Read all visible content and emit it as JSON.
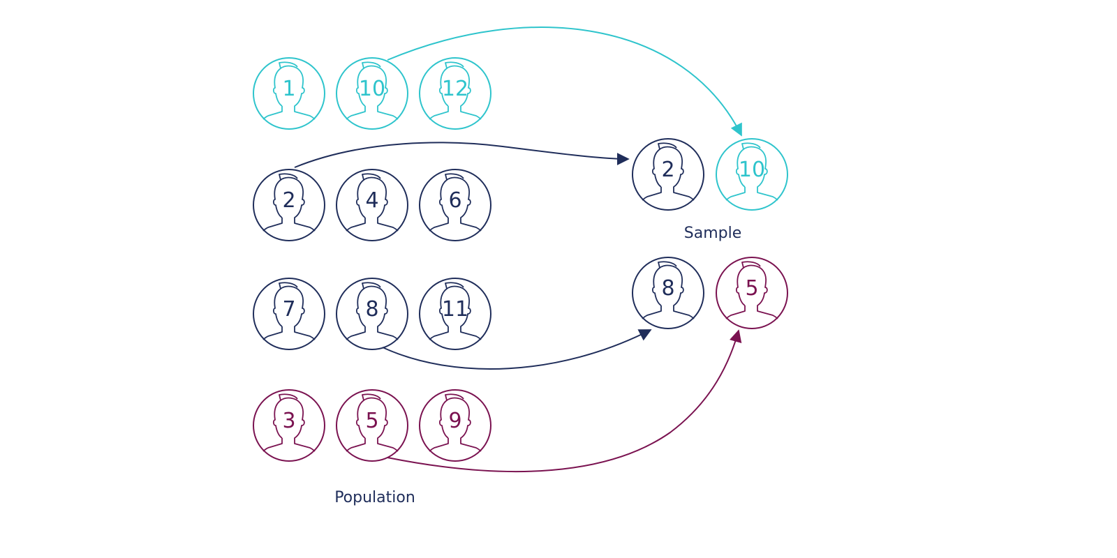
{
  "colors": {
    "teal": "#2ec4cc",
    "navy": "#1f2d5a",
    "maroon": "#7a1250"
  },
  "population": {
    "label": "Population",
    "rows": [
      {
        "group": "teal",
        "members": [
          "1",
          "10",
          "12"
        ]
      },
      {
        "group": "navy",
        "members": [
          "2",
          "4",
          "6"
        ]
      },
      {
        "group": "navy",
        "members": [
          "7",
          "8",
          "11"
        ]
      },
      {
        "group": "maroon",
        "members": [
          "3",
          "5",
          "9"
        ]
      }
    ]
  },
  "sample": {
    "label": "Sample",
    "rows": [
      [
        {
          "n": "2",
          "group": "navy"
        },
        {
          "n": "10",
          "group": "teal"
        }
      ],
      [
        {
          "n": "8",
          "group": "navy"
        },
        {
          "n": "5",
          "group": "maroon"
        }
      ]
    ]
  }
}
